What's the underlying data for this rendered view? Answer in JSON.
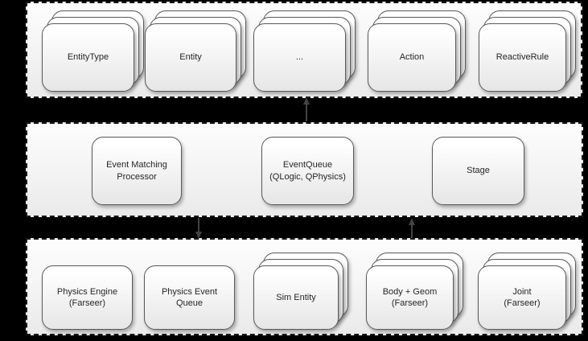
{
  "diagram": {
    "type": "layered-architecture",
    "background_color": "#000000",
    "band_border_color": "#161616",
    "card_border_color": "#595959",
    "card_fill_top": "#ffffff",
    "card_fill_bottom": "#e6e6e6",
    "arrow_color": "#434343",
    "text_color": "#262626"
  },
  "bands": [
    {
      "name": "entities-band",
      "boxes": [
        {
          "lines": [
            "EntityType"
          ],
          "stacked": true
        },
        {
          "lines": [
            "Entity"
          ],
          "stacked": true
        },
        {
          "lines": [
            "..."
          ],
          "stacked": true
        },
        {
          "lines": [
            "Action"
          ],
          "stacked": true
        },
        {
          "lines": [
            "ReactiveRule"
          ],
          "stacked": true
        }
      ]
    },
    {
      "name": "core-band",
      "boxes": [
        {
          "lines": [
            "Event Matching",
            "Processor"
          ],
          "stacked": false
        },
        {
          "lines": [
            "EventQueue",
            "(QLogic, QPhysics)"
          ],
          "stacked": false
        },
        {
          "lines": [
            "Stage"
          ],
          "stacked": false
        }
      ]
    },
    {
      "name": "physics-band",
      "boxes": [
        {
          "lines": [
            "Physics Engine",
            "(Farseer)"
          ],
          "stacked": false
        },
        {
          "lines": [
            "Physics Event Queue"
          ],
          "stacked": false
        },
        {
          "lines": [
            "Sim Entity"
          ],
          "stacked": true
        },
        {
          "lines": [
            "Body + Geom",
            "(Farseer)"
          ],
          "stacked": true
        },
        {
          "lines": [
            "Joint",
            "(Farseer)"
          ],
          "stacked": true
        }
      ]
    }
  ],
  "arrows": [
    {
      "from": "core-band",
      "to": "entities-band",
      "direction": "up"
    },
    {
      "from": "core-band",
      "to": "physics-band",
      "direction": "down"
    },
    {
      "from": "physics-band",
      "to": "core-band",
      "direction": "up"
    }
  ]
}
